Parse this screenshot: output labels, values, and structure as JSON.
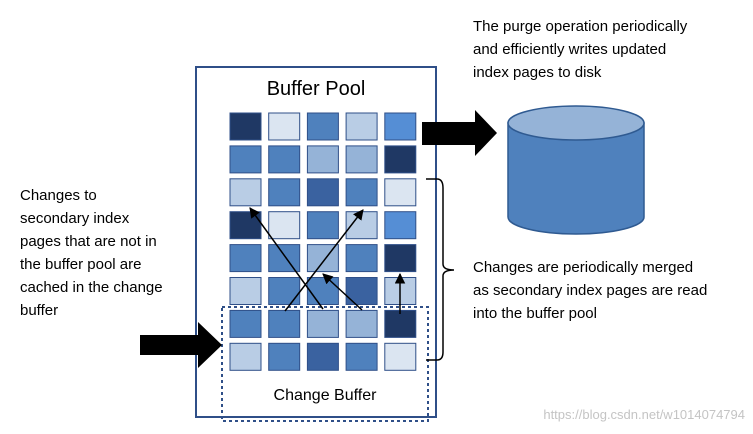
{
  "diagram": {
    "buffer_pool_title": "Buffer Pool",
    "change_buffer_title": "Change Buffer",
    "purge_caption": "The purge operation periodically\nand efficiently writes updated\nindex pages to disk",
    "left_caption": "Changes to\nsecondary index\npages that are not in\nthe buffer pool are\ncached in the change\nbuffer",
    "merge_caption": "Changes are periodically merged\nas secondary index pages are read\ninto the buffer pool",
    "watermark": "https://blog.csdn.net/w1014074794"
  },
  "colors": {
    "border": "#2f4f88",
    "cylinder_body": "#4f81bd",
    "cylinder_top": "#95b3d7",
    "arrow_fill": "#000000",
    "shade_1": "#dbe5f1",
    "shade_2": "#b9cde5",
    "shade_3": "#95b3d7",
    "shade_4": "#4f81bd",
    "shade_5": "#3a62a0",
    "shade_6": "#1f3864",
    "shade_7": "#558ed5"
  },
  "grid": {
    "rows": [
      [
        6,
        1,
        4,
        2,
        7
      ],
      [
        4,
        4,
        3,
        3,
        6
      ],
      [
        2,
        4,
        5,
        4,
        1
      ],
      [
        6,
        1,
        4,
        2,
        7
      ],
      [
        4,
        4,
        3,
        4,
        6
      ],
      [
        2,
        4,
        4,
        5,
        2
      ],
      [
        4,
        4,
        3,
        3,
        6
      ],
      [
        2,
        4,
        5,
        4,
        1
      ]
    ]
  }
}
